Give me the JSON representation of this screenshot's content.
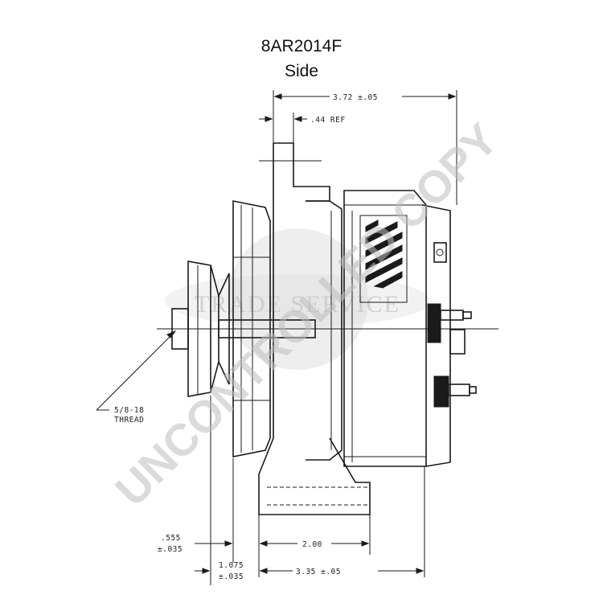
{
  "header": {
    "part_number": "8AR2014F",
    "view": "Side"
  },
  "dimensions": {
    "overall_length": "3.72 ±.05",
    "ref": ".44 REF",
    "thread": "5/8-18",
    "thread_label": "THREAD",
    "offset_a": ".555",
    "offset_a_tol": "±.035",
    "offset_b": "1.075",
    "offset_b_tol": "±.035",
    "mount_width": "2.00",
    "base_length": "3.35 ±.05"
  },
  "watermark": {
    "main_text": "UNCONTROLLED COPY",
    "seal_text": "TRADE SERVICE"
  }
}
